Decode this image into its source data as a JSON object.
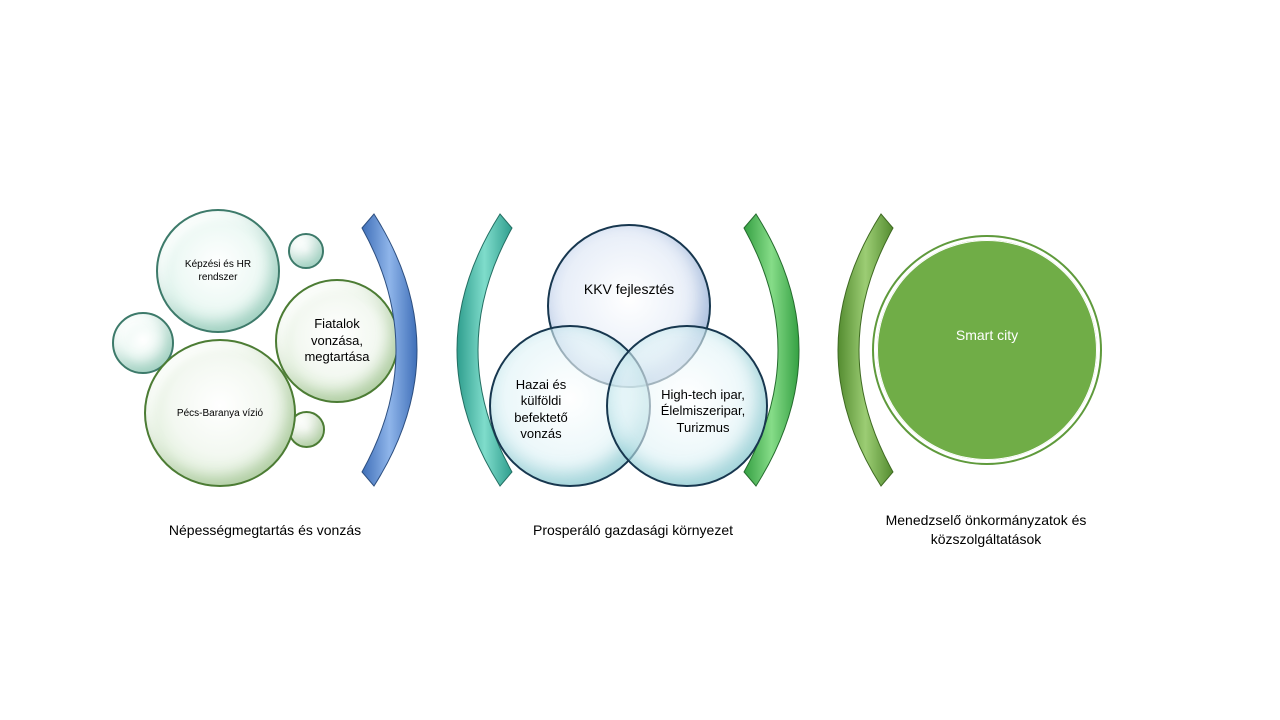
{
  "sections": [
    {
      "caption": "Népességmegtartás és vonzás",
      "bubbles": {
        "kepzesi": "Képzési és HR rendszer",
        "fiatalok": "Fiatalok vonzása, megtartása",
        "pecs": "Pécs-Baranya vízió"
      }
    },
    {
      "caption": "Prosperáló gazdasági környezet",
      "venn": {
        "kkv": "KKV fejlesztés",
        "hazai": "Hazai és külföldi befektető vonzás",
        "hightech": "High-tech ipar, Élelmiszeripar, Turizmus"
      }
    },
    {
      "caption": "Menedzselő önkormányzatok  és közszolgáltatások",
      "circle": "Smart city"
    }
  ],
  "colors": {
    "arc_blue": "#5b8fd6",
    "arc_teal": "#4cbcaa",
    "arc_green": "#58c060",
    "arc_olive": "#6fab45",
    "smart_city_fill": "#70ad47"
  }
}
